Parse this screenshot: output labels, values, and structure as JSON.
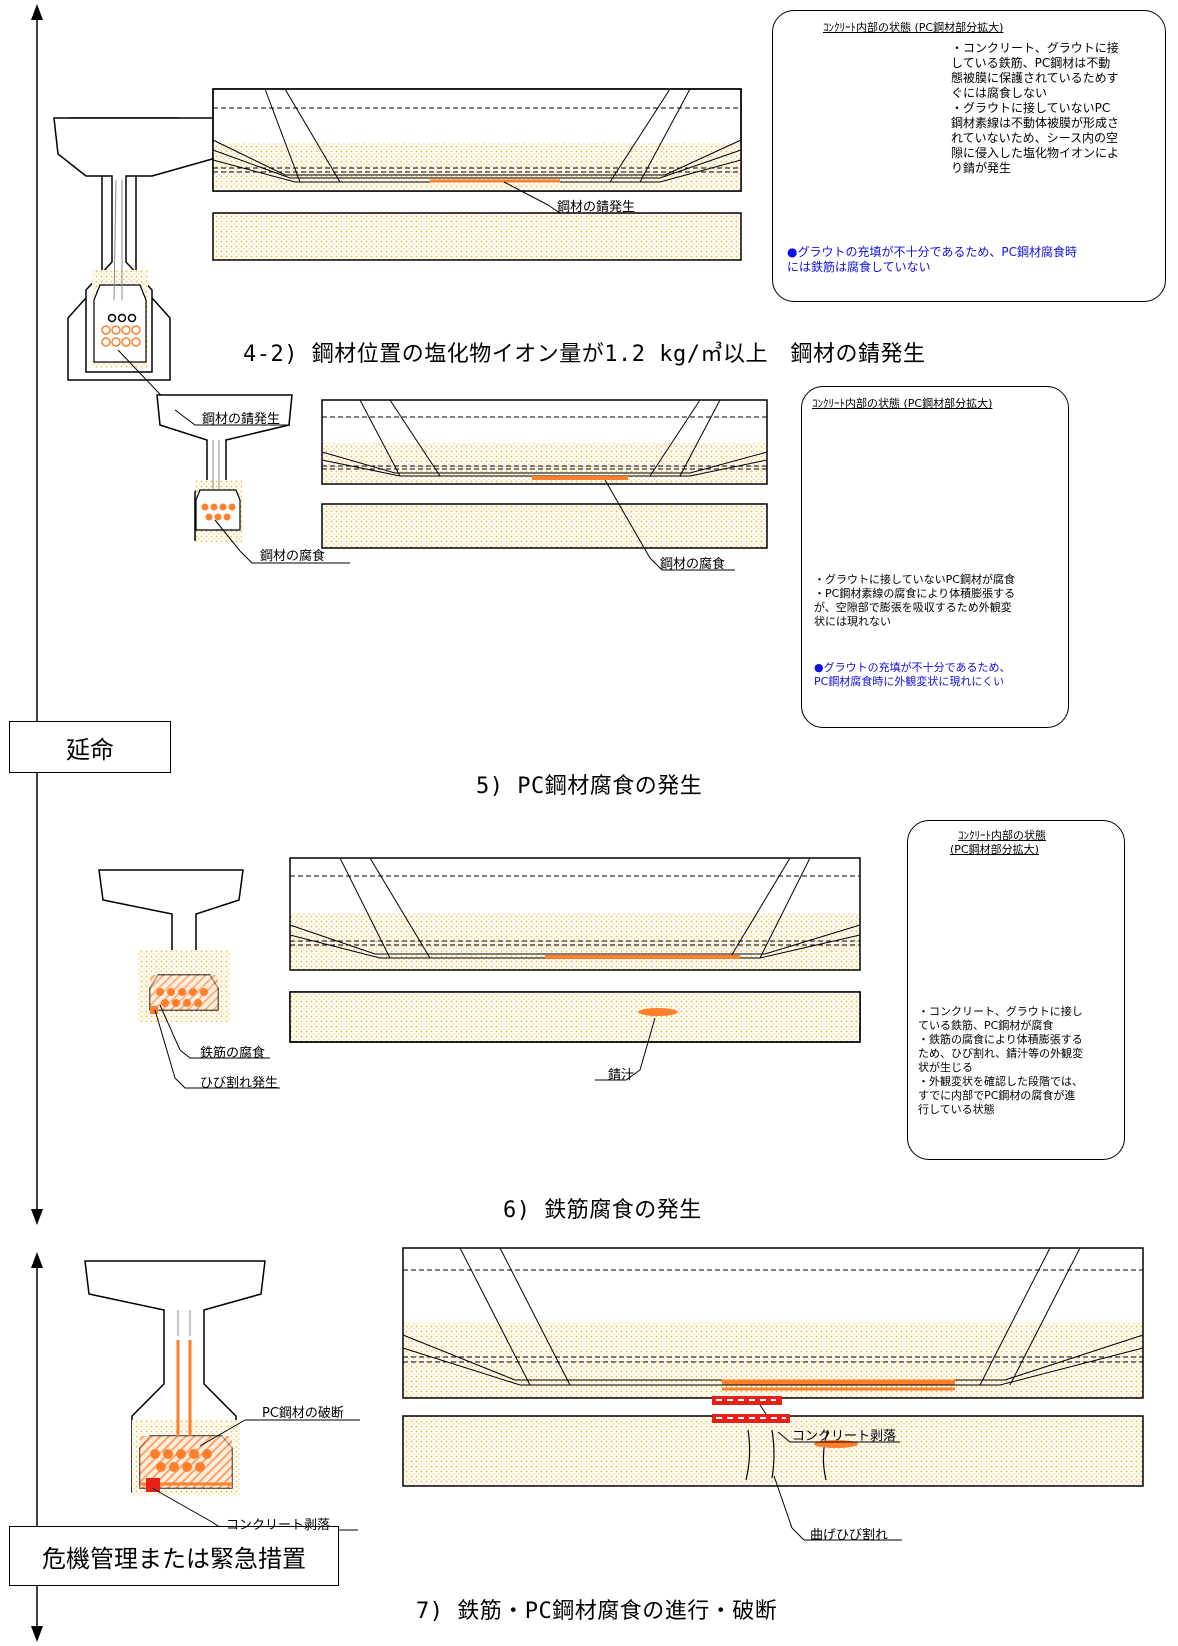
{
  "colors": {
    "rust": "#ff7f2a",
    "concrete_dots": "#f2c14e",
    "hatch": "#ffd23f",
    "rebar": "#0a6e2e",
    "note_blue": "#1010e0",
    "break_red": "#e8201a"
  },
  "stages": {
    "extension": "延命",
    "emergency": "危機管理または緊急措置"
  },
  "headings": {
    "h4_2": "4-2) 鋼材位置の塩化物イオン量が1.2 kg/㎥以上　鋼材の錆発生",
    "h5": "5) PC鋼材腐食の発生",
    "h6": "6) 鉄筋腐食の発生",
    "h7": "7) 鉄筋・PC鋼材腐食の進行・破断"
  },
  "section4": {
    "label_beam": "鋼材の錆発生",
    "label_section": "鋼材の錆発生",
    "box_title": "ｺﾝｸﾘｰﾄ内部の状態 (PC鋼材部分拡大)",
    "box_text": "・コンクリート、グラウトに接\nしている鉄筋、PC鋼材は不動\n態被膜に保護されているためす\nぐには腐食しない\n・グラウトに接していないPC\n鋼材素線は不動体被膜が形成さ\nれていないため、シース内の空\n隙に侵入した塩化物イオンによ\nり錆が発生",
    "box_note": "●グラウトの充填が不十分であるため、PC鋼材腐食時\nには鉄筋は腐食していない"
  },
  "section5": {
    "label_section": "鋼材の腐食",
    "label_beam": "鋼材の腐食",
    "box_title": "ｺﾝｸﾘｰﾄ内部の状態 (PC鋼材部分拡大)",
    "box_text": "・グラウトに接していないPC鋼材が腐食\n・PC鋼材素線の腐食により体積膨張する\nが、空隙部で膨張を吸収するため外観変\n状には現れない",
    "box_note": "●グラウトの充填が不十分であるため、\nPC鋼材腐食時に外観変状に現れにくい"
  },
  "section6": {
    "label_rebar": "鉄筋の腐食",
    "label_crack": "ひび割れ発生",
    "label_rust_stain": "錆汁",
    "box_title_1": "ｺﾝｸﾘｰﾄ内部の状態",
    "box_title_2": "(PC鋼材部分拡大)",
    "box_text": "・コンクリート、グラウトに接し\nている鉄筋、PC鋼材が腐食\n・鉄筋の腐食により体積膨張する\nため、ひび割れ、錆汁等の外観変\n状が生じる\n・外観変状を確認した段階では、\nすでに内部でPC鋼材の腐食が進\n行している状態"
  },
  "section7": {
    "label_pc_break": "PC鋼材の破断",
    "label_spall_section": "コンクリート剥落",
    "label_spall_beam": "コンクリート剥落",
    "label_bending_crack": "曲げひび割れ"
  }
}
